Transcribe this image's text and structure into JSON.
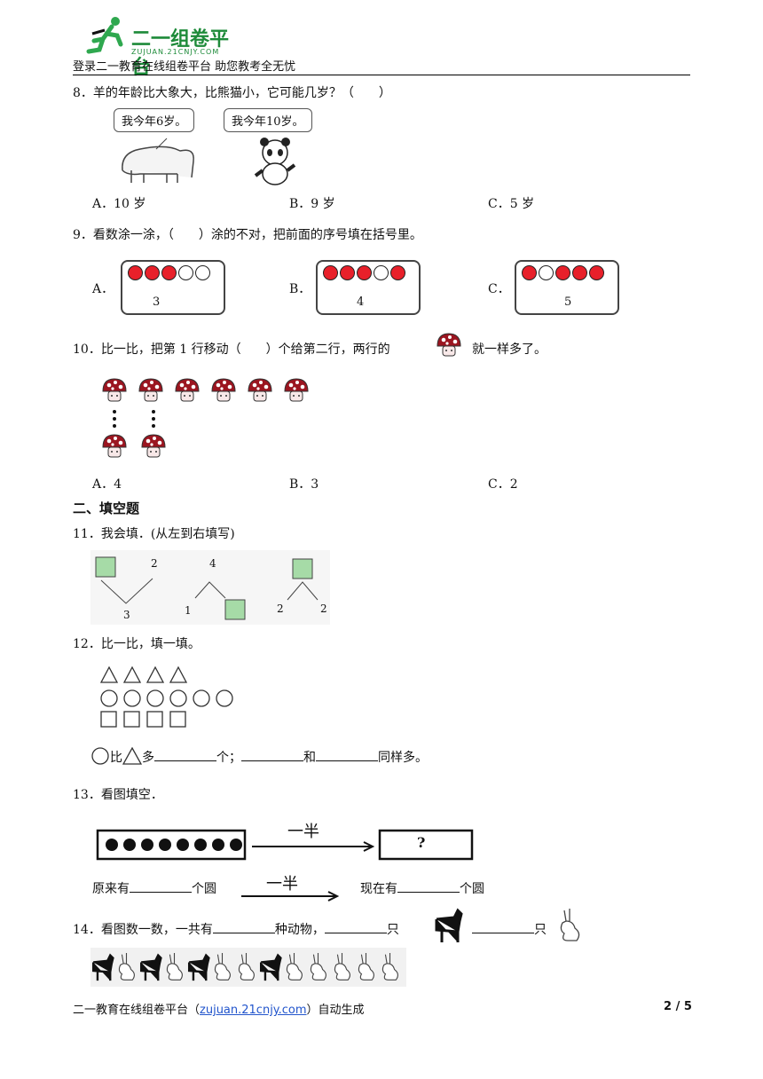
{
  "header": {
    "logo_text": "二一组卷平台",
    "logo_sub": "ZUJUAN.21CNJY.COM",
    "subtitle": "登录二一教育在线组卷平台 助您教考全无忧"
  },
  "q8": {
    "text": "8．羊的年龄比大象大，比熊猫小，它可能几岁？（　　）",
    "bubble1": "我今年6岁。",
    "bubble2": "我今年10岁。",
    "options": [
      "A．10 岁",
      "B．9 岁",
      "C．5 岁"
    ]
  },
  "q9": {
    "text": "9．看数涂一涂，（　　）涂的不对，把前面的序号填在括号里。",
    "options": [
      {
        "label": "A．",
        "number": "3",
        "dots": [
          "red",
          "red",
          "red",
          "white",
          "white"
        ]
      },
      {
        "label": "B．",
        "number": "4",
        "dots": [
          "red",
          "red",
          "red",
          "white",
          "red"
        ]
      },
      {
        "label": "C．",
        "number": "5",
        "dots": [
          "red",
          "white",
          "red",
          "red",
          "red"
        ]
      }
    ]
  },
  "q10": {
    "text_before": "10．比一比，把第 1 行移动（　　）个给第二行，两行的",
    "text_after": "就一样多了。",
    "row1_count": 6,
    "row2_count": 2,
    "options": [
      "A．4",
      "B．3",
      "C．2"
    ]
  },
  "section2": {
    "title": "二、填空题"
  },
  "q11": {
    "text": "11．我会填．(从左到右填写)",
    "fig1": {
      "top_right": "2",
      "bottom": "3"
    },
    "fig2": {
      "top": "4",
      "bottom_left": "1"
    },
    "fig3": {
      "bottom_left": "2",
      "bottom_right": "2"
    }
  },
  "q12": {
    "text": "12．比一比，填一填。",
    "triangles": 4,
    "circles": 6,
    "squares": 4,
    "fill_parts": [
      "比",
      "多",
      "个；",
      "和",
      "同样多。"
    ]
  },
  "q13": {
    "text": "13．看图填空．",
    "dots": 8,
    "arrow_label": "一半",
    "question_mark": "?",
    "line_parts": [
      "原来有",
      "个圆",
      "现在有",
      "个圆"
    ],
    "arrow_label2": "一半"
  },
  "q14": {
    "text_parts": [
      "14．看图数一数，一共有",
      "种动物，",
      "只",
      "只"
    ],
    "sequence": [
      "goat",
      "rabbit",
      "goat",
      "rabbit",
      "goat",
      "rabbit",
      "rabbit",
      "goat",
      "rabbit",
      "rabbit",
      "rabbit",
      "rabbit",
      "rabbit"
    ]
  },
  "footer": {
    "left_a": "二一教育在线组卷平台（",
    "link": "zujuan.21cnjy.com",
    "left_b": "）自动生成",
    "page": "2 / 5"
  }
}
